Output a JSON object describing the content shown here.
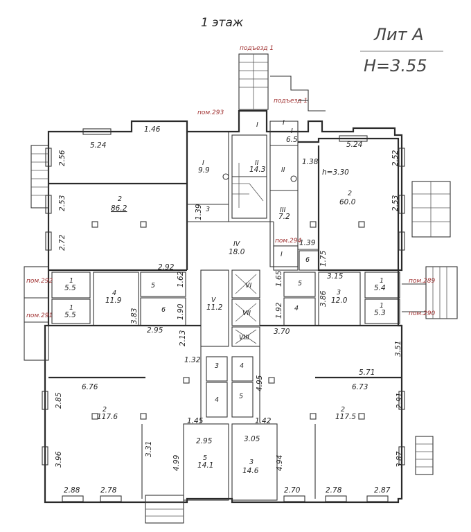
{
  "title": "1 этаж",
  "lit_title": "Лит А",
  "height_label": "H=3.55",
  "entrances": [
    "подъезд 1",
    "подъезд 1"
  ],
  "room_refs": [
    "пом.293",
    "пом.294",
    "пом.292",
    "пом.291",
    "пом.289",
    "пом.290"
  ],
  "ceiling": "h=3.30",
  "rooms": [
    {
      "label": "2",
      "area": "86.2"
    },
    {
      "label": "2",
      "area": "60.0"
    },
    {
      "label": "I",
      "area": "9.9"
    },
    {
      "label": "II",
      "area": "14.3"
    },
    {
      "label": "I",
      "area": "6.5"
    },
    {
      "label": "III",
      "area": "7.2"
    },
    {
      "label": "IV",
      "area": "18.0"
    },
    {
      "label": "1",
      "area": "5.5"
    },
    {
      "label": "1",
      "area": "5.5"
    },
    {
      "label": "4",
      "area": "11.9"
    },
    {
      "label": "V",
      "area": "11.2"
    },
    {
      "label": "3",
      "area": "12.0"
    },
    {
      "label": "1",
      "area": "5.4"
    },
    {
      "label": "1",
      "area": "5.3"
    },
    {
      "label": "2",
      "area": "117.6"
    },
    {
      "label": "2",
      "area": "117.5"
    },
    {
      "label": "5",
      "area": "14.1"
    },
    {
      "label": "3",
      "area": "14.6"
    }
  ],
  "small_labels": [
    "I",
    "I",
    "II",
    "3",
    "5",
    "6",
    "5",
    "4",
    "6",
    "I",
    "3",
    "4",
    "4",
    "5",
    "VI",
    "VII",
    "VIII"
  ],
  "dims": [
    "5.24",
    "5.24",
    "1.46",
    "2.56",
    "2.53",
    "2.72",
    "2.52",
    "2.53",
    "1.38",
    "1.39",
    "1.39",
    "1.75",
    "2.92",
    "1.62",
    "1.90",
    "3.83",
    "2.95",
    "2.13",
    "1.65",
    "3.15",
    "3.86",
    "1.92",
    "3.70",
    "3.51",
    "1.32",
    "4.95",
    "6.76",
    "5.71",
    "6.73",
    "2.85",
    "2.91",
    "1.45",
    "1.42",
    "2.95",
    "3.05",
    "3.31",
    "4.99",
    "4.94",
    "3.96",
    "3.87",
    "2.88",
    "2.78",
    "2.70",
    "2.78",
    "2.87"
  ]
}
